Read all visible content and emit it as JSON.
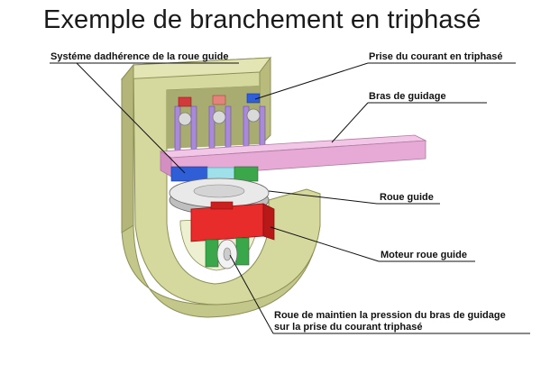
{
  "title": "Exemple de branchement en triphasé",
  "labels": {
    "adherence": "Systéme dadhérence de la roue guide",
    "prise": "Prise du courant en triphasé",
    "bras": "Bras de guidage",
    "roue": "Roue guide",
    "moteur": "Moteur roue guide",
    "maintien_l1": "Roue de maintien la pression du bras de guidage",
    "maintien_l2": "sur la prise du courant triphasé"
  }
}
